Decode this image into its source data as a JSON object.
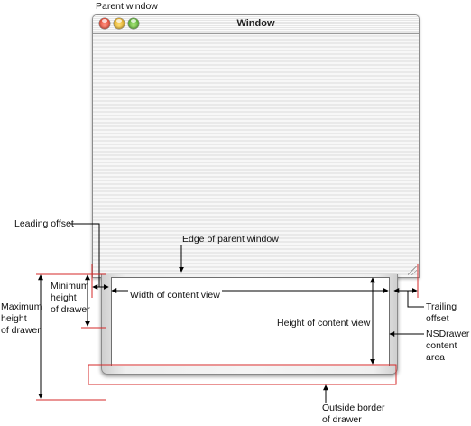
{
  "window": {
    "title": "Window",
    "buttons": [
      "close",
      "minimize",
      "zoom"
    ]
  },
  "labels": {
    "parent_window": "Parent window",
    "leading_offset": "Leading offset",
    "edge_of_parent_window": "Edge of parent window",
    "minimum_height_of_drawer": "Minimum\nheight\nof drawer",
    "maximum_height_of_drawer": "Maximum\nheight\nof drawer",
    "width_of_content_view": "Width of content view",
    "height_of_content_view": "Height of content view",
    "trailing_offset": "Trailing\noffset",
    "nsdrawer_content_area": "NSDrawer\ncontent\narea",
    "outside_border_of_drawer": "Outside border\nof drawer"
  },
  "colors": {
    "callout_line": "#000000",
    "border_marker": "#d42a2a"
  }
}
